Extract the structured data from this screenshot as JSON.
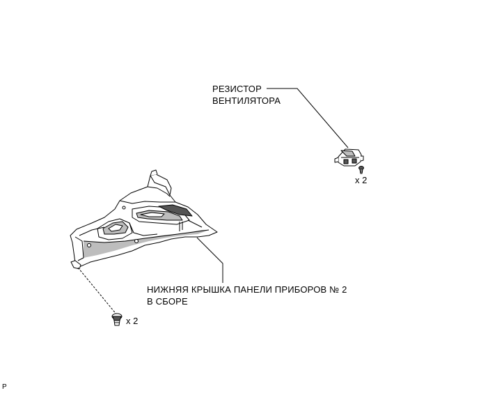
{
  "callouts": {
    "resistor": {
      "line1": "РЕЗИСТОР",
      "line2": "ВЕНТИЛЯТОРА",
      "qty": "x 2"
    },
    "cover": {
      "line1": "НИЖНЯЯ КРЫШКА ПАНЕЛИ ПРИБОРОВ № 2",
      "line2": "В СБОРЕ",
      "qty": "x 2"
    }
  },
  "corner_code": "P",
  "colors": {
    "ink": "#000000",
    "fill": "#ffffff",
    "shade": "#bdbdbd",
    "dark": "#555555"
  }
}
